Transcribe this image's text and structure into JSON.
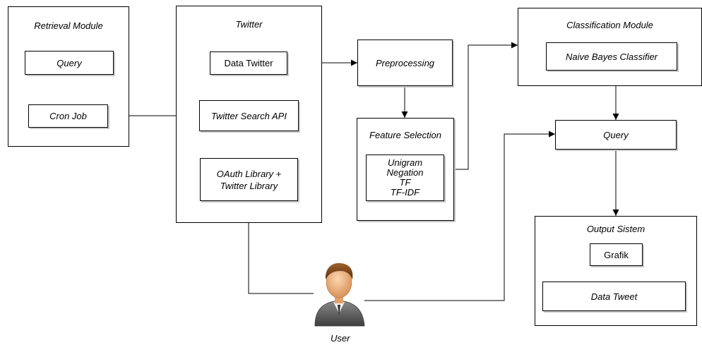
{
  "retrieval": {
    "title": "Retrieval Module",
    "query": "Query",
    "cron": "Cron Job"
  },
  "twitter": {
    "title": "Twitter",
    "data": "Data Twitter",
    "search_api": "Twitter Search API",
    "oauth_line1": "OAuth Library +",
    "oauth_line2": "Twitter Library"
  },
  "preprocessing": {
    "label": "Preprocessing"
  },
  "feature": {
    "title": "Feature Selection",
    "items": [
      "Unigram",
      "Negation",
      "TF",
      "TF-IDF"
    ]
  },
  "classification": {
    "title": "Classification Module",
    "classifier": "Naive Bayes Classifier"
  },
  "query2": {
    "label": "Query"
  },
  "output": {
    "title": "Output Sistem",
    "grafik": "Grafik",
    "data_tweet": "Data Tweet"
  },
  "user": {
    "label": "User"
  }
}
